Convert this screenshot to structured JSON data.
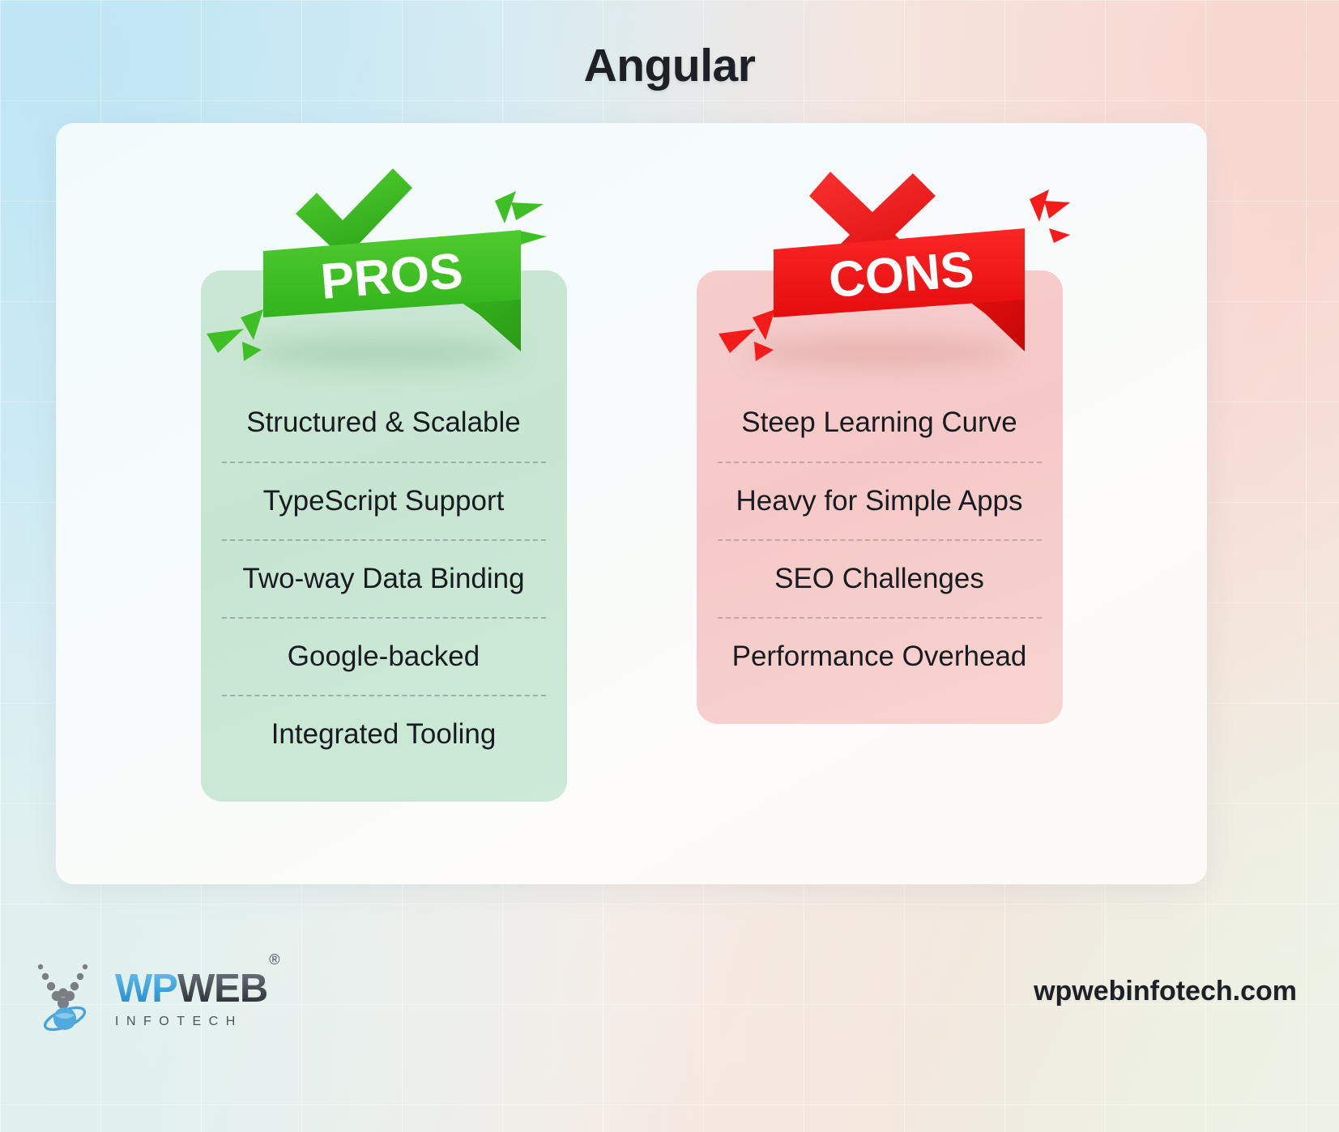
{
  "page": {
    "title": "Angular",
    "background_colors": {
      "top_left": "#d5eef8",
      "top_right": "#f8e2dc",
      "bottom_right": "#eef4ec",
      "bottom_left": "#def1ee"
    },
    "card_background": "#f7fbfb"
  },
  "pros": {
    "badge_label": "PROS",
    "badge_icon": "check-mark-icon",
    "accent_color": "#3fbf26",
    "panel_color": "#c9e7d3",
    "items": [
      "Structured & Scalable",
      "TypeScript Support",
      "Two-way Data Binding",
      "Google-backed",
      "Integrated Tooling"
    ]
  },
  "cons": {
    "badge_label": "CONS",
    "badge_icon": "cross-mark-icon",
    "accent_color": "#f41b1b",
    "panel_color": "#f6cdcb",
    "items": [
      "Steep Learning Curve",
      "Heavy for Simple Apps",
      "SEO Challenges",
      "Performance Overhead"
    ]
  },
  "footer": {
    "logo_primary": "WP",
    "logo_secondary": "WEB",
    "logo_registered": "®",
    "logo_tagline": "INFOTECH",
    "website": "wpwebinfotech.com"
  }
}
